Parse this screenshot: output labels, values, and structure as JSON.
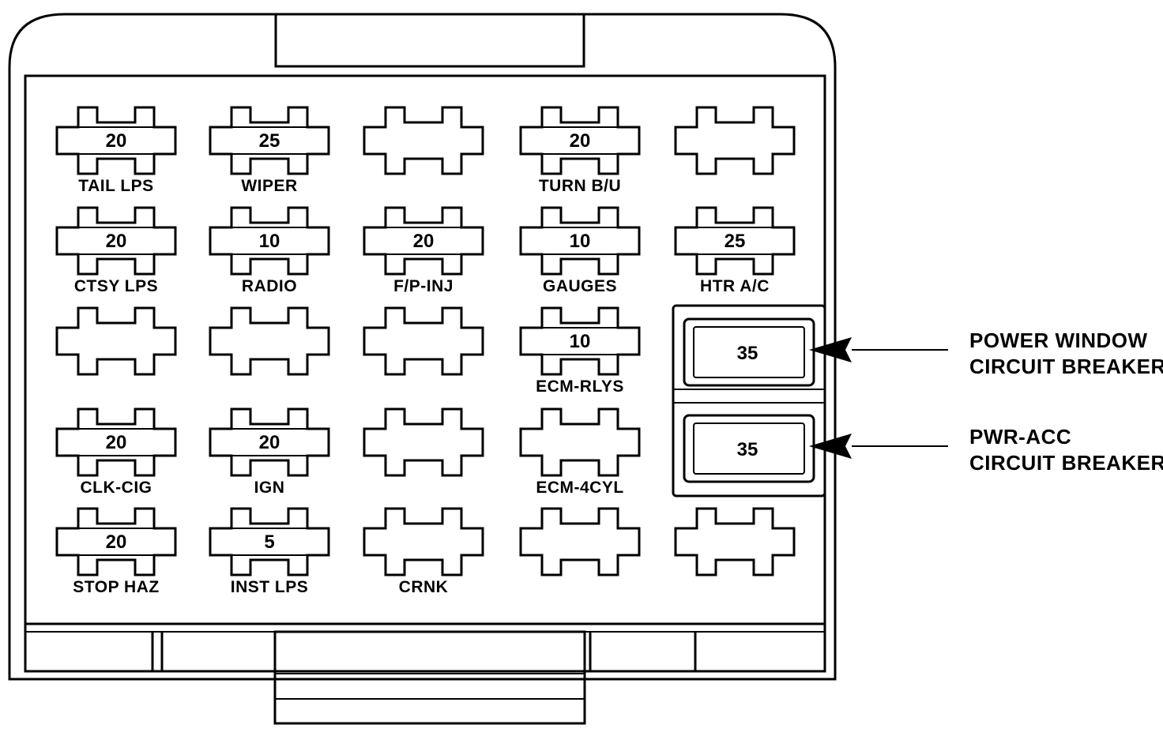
{
  "fuse_grid": [
    [
      {
        "value": "20",
        "label": "TAIL LPS"
      },
      {
        "value": "25",
        "label": "WIPER"
      },
      {
        "value": "",
        "label": ""
      },
      {
        "value": "20",
        "label": "TURN B/U"
      },
      {
        "value": "",
        "label": ""
      }
    ],
    [
      {
        "value": "20",
        "label": "CTSY LPS"
      },
      {
        "value": "10",
        "label": "RADIO"
      },
      {
        "value": "20",
        "label": "F/P-INJ"
      },
      {
        "value": "10",
        "label": "GAUGES"
      },
      {
        "value": "25",
        "label": "HTR A/C"
      }
    ],
    [
      {
        "value": "",
        "label": ""
      },
      {
        "value": "",
        "label": ""
      },
      {
        "value": "",
        "label": ""
      },
      {
        "value": "10",
        "label": "ECM-RLYS"
      }
    ],
    [
      {
        "value": "20",
        "label": "CLK-CIG"
      },
      {
        "value": "20",
        "label": "IGN"
      },
      {
        "value": "",
        "label": ""
      },
      {
        "value": "",
        "label": "ECM-4CYL"
      }
    ],
    [
      {
        "value": "20",
        "label": "STOP HAZ"
      },
      {
        "value": "5",
        "label": "INST LPS"
      },
      {
        "value": "",
        "label": "CRNK"
      },
      {
        "value": "",
        "label": ""
      },
      {
        "value": "",
        "label": ""
      }
    ]
  ],
  "circuit_breakers": [
    {
      "value": "35",
      "callout": [
        "POWER WINDOW",
        "CIRCUIT BREAKER"
      ]
    },
    {
      "value": "35",
      "callout": [
        "PWR-ACC",
        "CIRCUIT BREAKER"
      ]
    }
  ]
}
